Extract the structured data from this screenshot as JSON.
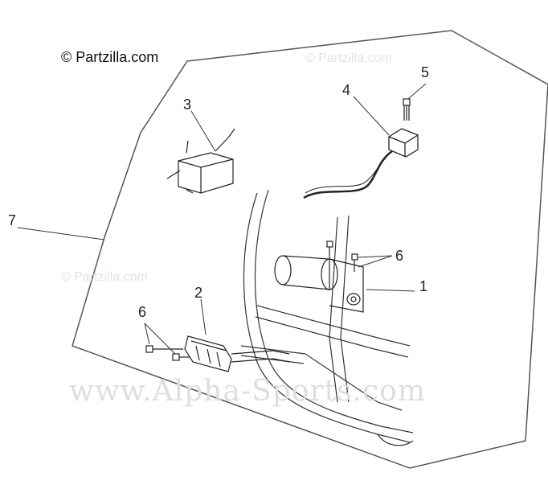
{
  "copyright": "© Partzilla.com",
  "watermark_small": "© Partzilla.com",
  "watermark_big": "www.Alpha-Sports.com",
  "callouts": {
    "c1": "1",
    "c2": "2",
    "c3": "3",
    "c4": "4",
    "c5": "5",
    "c6a": "6",
    "c6b": "6",
    "c7": "7"
  }
}
